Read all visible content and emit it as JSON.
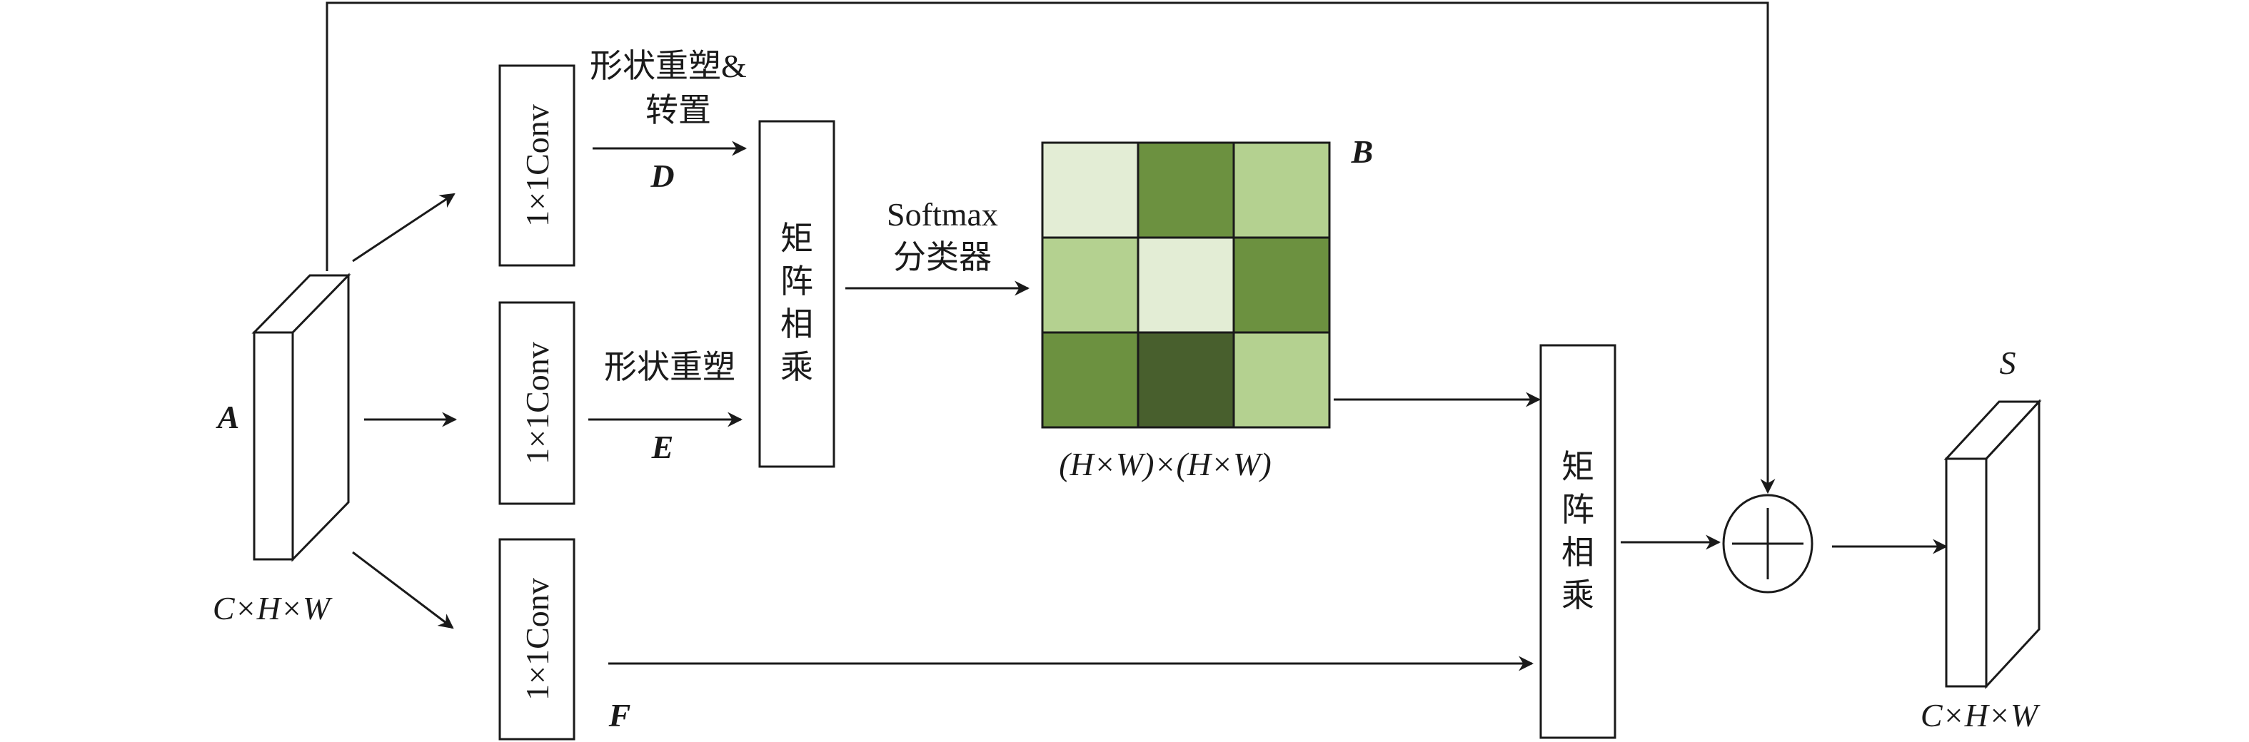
{
  "labels": {
    "input": "A",
    "input_dims": "C×H×W",
    "conv": "1×1Conv",
    "reshape_transpose_1": "形状重塑&",
    "reshape_transpose_2": "转置",
    "d": "D",
    "reshape": "形状重塑",
    "e": "E",
    "f": "F",
    "matmul": [
      "矩",
      "阵",
      "相",
      "乘"
    ],
    "softmax_1": "Softmax",
    "softmax_2": "分类器",
    "b": "B",
    "attention_dims": "(H×W)×(H×W)",
    "output": "S",
    "output_dims": "C×H×W"
  },
  "colors": {
    "light": "#e3edd5",
    "medium_light": "#b4d190",
    "medium": "#6c9140",
    "dark": "#485f2d"
  },
  "attention_grid": [
    [
      "light",
      "medium",
      "medium_light"
    ],
    [
      "medium_light",
      "light",
      "medium"
    ],
    [
      "medium",
      "dark",
      "medium_light"
    ]
  ]
}
